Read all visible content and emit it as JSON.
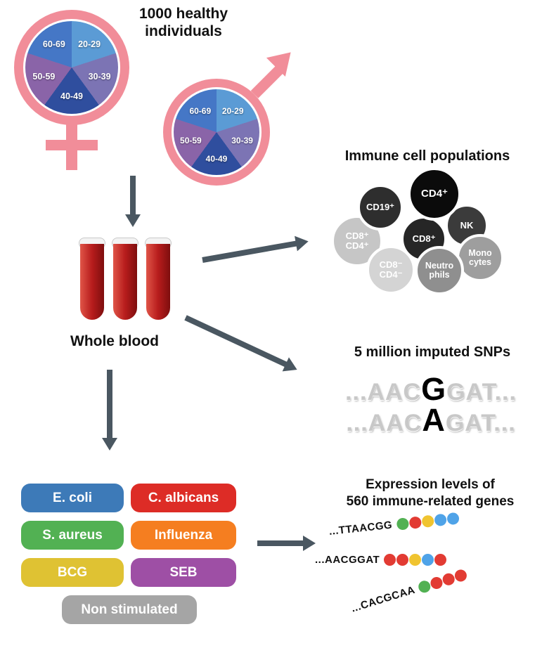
{
  "header": {
    "title": "1000 healthy individuals"
  },
  "theme": {
    "symbol_color": "#F18D99",
    "arrow_color": "#4A5761",
    "blood_color": "#B71C1C"
  },
  "demographics": {
    "ages": [
      "20-29",
      "30-39",
      "40-49",
      "50-59",
      "60-69"
    ],
    "slice_colors": [
      "#5B9BD5",
      "#7C74B4",
      "#2F4E9E",
      "#8A64A8",
      "#4577C6"
    ]
  },
  "blood": {
    "label": "Whole blood"
  },
  "immune": {
    "title": "Immune cell populations",
    "cells": [
      {
        "label": "CD8⁺\nCD4⁺",
        "bg": "#C6C6C6",
        "fg": "#FFFFFF"
      },
      {
        "label": "CD19⁺",
        "bg": "#2E2E2E",
        "fg": "#FFFFFF"
      },
      {
        "label": "NK",
        "bg": "#3B3B3B",
        "fg": "#FFFFFF"
      },
      {
        "label": "Mono\ncytes",
        "bg": "#9E9E9E",
        "fg": "#FFFFFF"
      },
      {
        "label": "CD8⁺",
        "bg": "#262626",
        "fg": "#FFFFFF"
      },
      {
        "label": "Neutro\nphils",
        "bg": "#8F8F8F",
        "fg": "#FFFFFF"
      },
      {
        "label": "CD8⁻\nCD4⁻",
        "bg": "#D4D4D4",
        "fg": "#FFFFFF"
      },
      {
        "label": "CD4⁺",
        "bg": "#0B0B0B",
        "fg": "#FFFFFF"
      }
    ]
  },
  "snps": {
    "title": "5 million imputed SNPs",
    "lines": [
      {
        "prefix": "...AAC",
        "highlight": "G",
        "suffix": "GAT..."
      },
      {
        "prefix": "...AAC",
        "highlight": "A",
        "suffix": "GAT..."
      }
    ]
  },
  "stimuli": {
    "items": [
      {
        "label": "E. coli",
        "color": "#3D7AB8"
      },
      {
        "label": "C. albicans",
        "color": "#DD2C26"
      },
      {
        "label": "S. aureus",
        "color": "#52B153"
      },
      {
        "label": "Influenza",
        "color": "#F57E20"
      },
      {
        "label": "BCG",
        "color": "#DFC233"
      },
      {
        "label": "SEB",
        "color": "#9E4FA5"
      },
      {
        "label": "Non stimulated",
        "color": "#A5A5A5"
      }
    ]
  },
  "expression": {
    "title": "Expression levels of\n560 immune-related genes",
    "rows": [
      {
        "seq": "...TTAACGG",
        "dots": [
          "#52B153",
          "#E23B33",
          "#F0C430",
          "#4FA3E8",
          "#4FA3E8"
        ]
      },
      {
        "seq": "...AACGGAT",
        "dots": [
          "#E23B33",
          "#E23B33",
          "#F0C430",
          "#4FA3E8",
          "#E23B33"
        ]
      },
      {
        "seq": "...CACGCAA",
        "dots": [
          "#52B153",
          "#E23B33",
          "#E23B33",
          "#E23B33"
        ]
      }
    ]
  }
}
